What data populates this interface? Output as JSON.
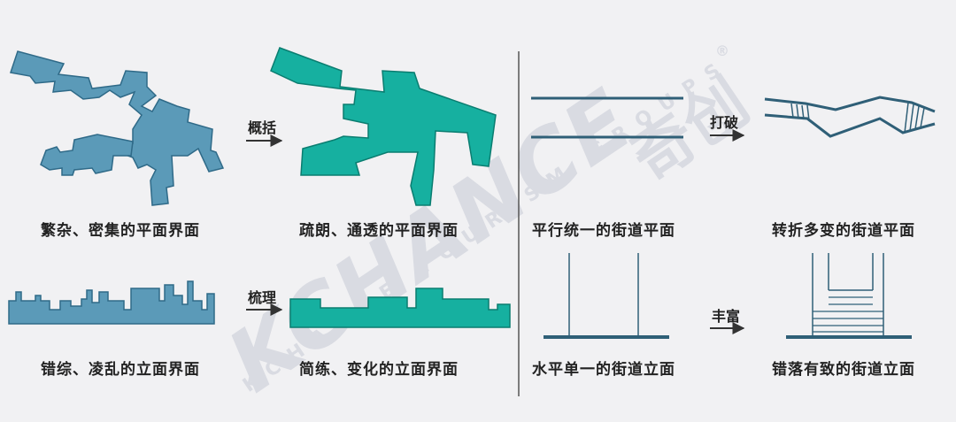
{
  "watermark": {
    "main": "KCHANCE",
    "cn": "奇创",
    "sub": "KCHANCE TOURISM GROUPS",
    "reg": "®"
  },
  "colors": {
    "blue": "#5b9ab8",
    "teal": "#16b0a0",
    "line": "#2f5f77",
    "outline": "#3f6f88",
    "arrow": "#333333",
    "divider": "#555555"
  },
  "panels": {
    "plan_complex": "繁杂、密集的平面界面",
    "plan_simple": "疏朗、通透的平面界面",
    "elev_complex": "错综、凌乱的立面界面",
    "elev_simple": "简练、变化的立面界面",
    "street_plan_straight": "平行统一的街道平面",
    "street_plan_varied": "转折多变的街道平面",
    "street_elev_flat": "水平单一的街道立面",
    "street_elev_varied": "错落有致的街道立面"
  },
  "arrows": {
    "generalize": "概括",
    "organize": "梳理",
    "break": "打破",
    "enrich": "丰富"
  }
}
